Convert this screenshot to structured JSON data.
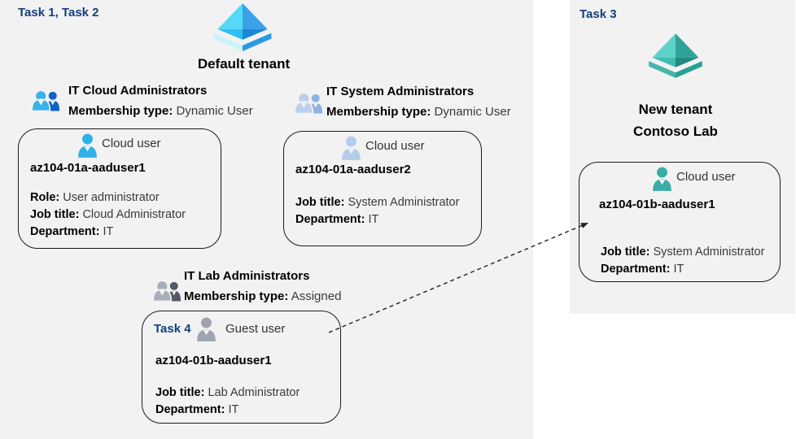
{
  "colors": {
    "panel_bg": "#f2f2f2",
    "task_label_blue": "#123f80",
    "box_border": "#1a1a1a",
    "azure_tenant_icon": {
      "top_left": "#57d8f7",
      "top_right": "#38a1e8",
      "bottom_left": "#2fc0ef",
      "bottom_right": "#1a87d8",
      "rim_left": "#cdf2fc",
      "rim_right": "#2b99e3"
    },
    "teal_tenant_icon": {
      "top_left": "#5cd2c8",
      "top_right": "#31a299",
      "bottom_left": "#3fbdb1",
      "bottom_right": "#24897f",
      "rim_left": "#45b5aa",
      "rim_right": "#2aa094"
    },
    "group_icons": {
      "cloud_admins": {
        "front": "#3bb2e8",
        "back": "#0e63c6"
      },
      "system_admins": {
        "front": "#b9d0ec",
        "back": "#8fb3e0"
      },
      "lab_admins": {
        "front": "#a9aeba",
        "back": "#515b66"
      }
    },
    "user_icons": {
      "cyan": "#2fb0e8",
      "pale_blue": "#b4cdea",
      "gray": "#9da4b0",
      "teal": "#39aca6"
    }
  },
  "left_panel": {
    "task_label": "Task 1, Task 2",
    "tenant_title": "Default tenant",
    "groups": [
      {
        "name": "IT Cloud Administrators",
        "membership_label": "Membership type:",
        "membership_value": "Dynamic User"
      },
      {
        "name": "IT System Administrators",
        "membership_label": "Membership type:",
        "membership_value": "Dynamic User"
      },
      {
        "name": "IT Lab Administrators",
        "membership_label": "Membership type:",
        "membership_value": "Assigned"
      }
    ],
    "users": [
      {
        "type_label": "Cloud user",
        "username": "az104-01a-aaduser1",
        "attributes": [
          {
            "label": "Role:",
            "value": "User administrator"
          },
          {
            "label": "Job title:",
            "value": "Cloud Administrator"
          },
          {
            "label": "Department:",
            "value": "IT"
          }
        ]
      },
      {
        "type_label": "Cloud user",
        "username": "az104-01a-aaduser2",
        "attributes": [
          {
            "label": "Job title:",
            "value": "System Administrator"
          },
          {
            "label": "Department:",
            "value": "IT"
          }
        ]
      },
      {
        "task_label": "Task 4",
        "type_label": "Guest user",
        "username": "az104-01b-aaduser1",
        "attributes": [
          {
            "label": "Job title:",
            "value": "Lab Administrator"
          },
          {
            "label": "Department:",
            "value": "IT"
          }
        ]
      }
    ]
  },
  "right_panel": {
    "task_label": "Task 3",
    "tenant_title_line1": "New tenant",
    "tenant_title_line2": "Contoso Lab",
    "user": {
      "type_label": "Cloud user",
      "username": "az104-01b-aaduser1",
      "attributes": [
        {
          "label": "Job title:",
          "value": "System Administrator"
        },
        {
          "label": "Department:",
          "value": "IT"
        }
      ]
    }
  }
}
